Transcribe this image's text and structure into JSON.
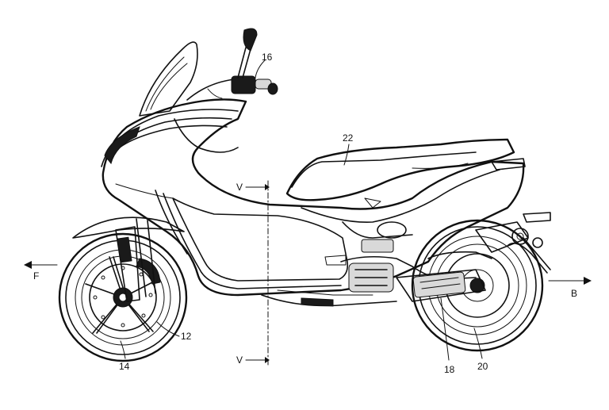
{
  "labels": {
    "ref_16": "16",
    "ref_22": "22",
    "ref_12": "12",
    "ref_14": "14",
    "ref_18": "18",
    "ref_20": "20",
    "section_top": "V",
    "section_bottom": "V",
    "dir_front": "F",
    "dir_back": "B"
  }
}
